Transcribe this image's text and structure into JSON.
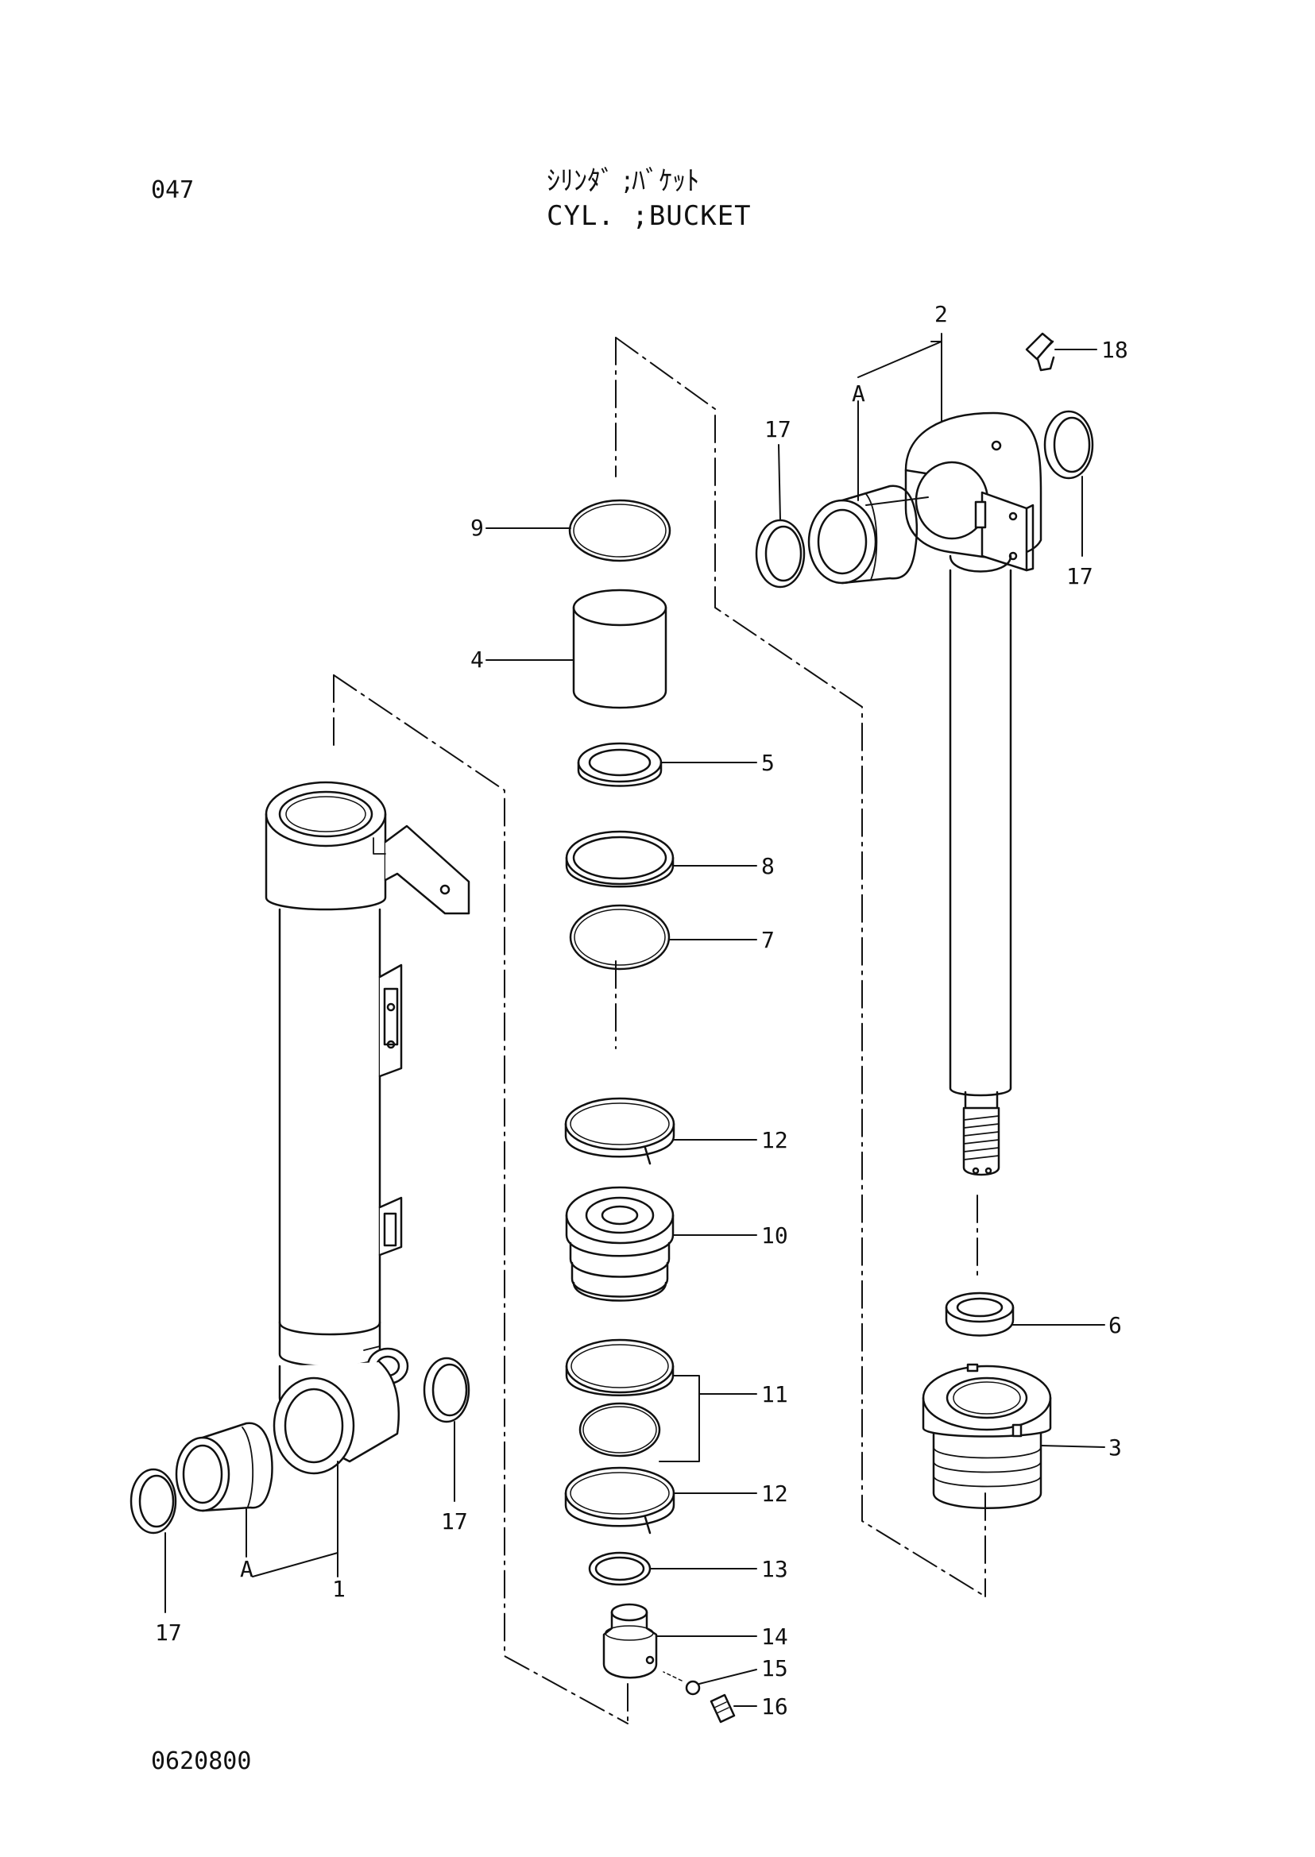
{
  "header": {
    "page_number": "047",
    "title_jp": "ｼﾘﾝﾀﾞ ;ﾊﾞｹｯﾄ",
    "title_en": "CYL. ;BUCKET"
  },
  "footer": {
    "drawing_number": "0620800"
  },
  "callouts": {
    "c1": "1",
    "c2": "2",
    "c3": "3",
    "c4": "4",
    "c5": "5",
    "c6": "6",
    "c7": "7",
    "c8": "8",
    "c9": "9",
    "c10": "10",
    "c11": "11",
    "c12a": "12",
    "c12b": "12",
    "c13": "13",
    "c14": "14",
    "c15": "15",
    "c16": "16",
    "c17a": "17",
    "c17b": "17",
    "c17c": "17",
    "c17d": "17",
    "c18": "18",
    "ca1": "A",
    "ca2": "A"
  },
  "colors": {
    "line": "#111111",
    "background": "#ffffff"
  }
}
